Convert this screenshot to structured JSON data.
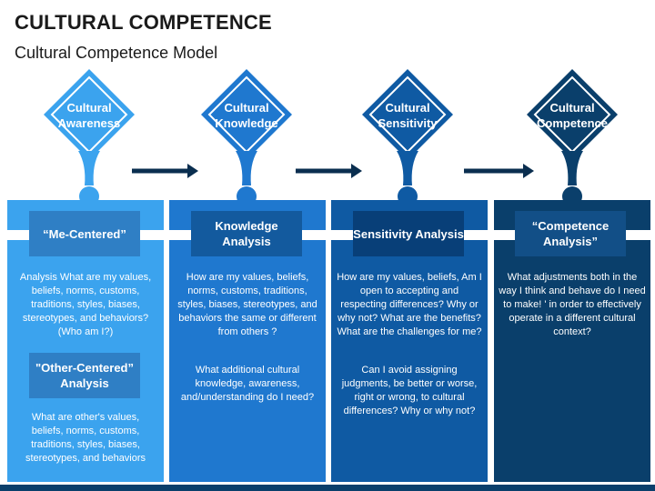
{
  "header": {
    "title": "CULTURAL COMPETENCE",
    "subtitle": "Cultural Competence Model"
  },
  "stages": [
    {
      "diamond_line1": "Cultural",
      "diamond_line2": "Awareness",
      "color": "#3ba3ee",
      "box_color": "#2f7fc5",
      "heading": "“Me-Centered”",
      "text": "Analysis What are my values, beliefs, norms, customs, traditions, styles, biases, stereotypes, and behaviors? (Who am I?)",
      "heading2": "\"Other-Centered” Analysis",
      "text2": "What are other's values, beliefs, norms, customs, traditions, styles, biases, stereotypes, and behaviors"
    },
    {
      "diamond_line1": "Cultural",
      "diamond_line2": "Knowledge",
      "color": "#1f78cf",
      "box_color": "#135a9e",
      "heading": "Knowledge Analysis",
      "text": "How are my values, beliefs, norms, customs, traditions, styles, biases, stereotypes, and behaviors the same or different from others ?",
      "text2": "What additional cultural knowledge, awareness, and/understanding do I need?"
    },
    {
      "diamond_line1": "Cultural",
      "diamond_line2": "Sensitivity",
      "color": "#0f5aa3",
      "box_color": "#083f78",
      "heading": "Sensitivity Analysis",
      "text": "How are my values, beliefs, Am I open to accepting and respecting differences? Why or why not? What are the benefits? What are the challenges for me?",
      "text2": "Can I avoid assigning judgments, be better or worse, right or wrong, to cultural differences? Why or why not?"
    },
    {
      "diamond_line1": "Cultural",
      "diamond_line2": "Competence",
      "color": "#0a3f6b",
      "box_color": "#124f87",
      "heading": "“Competence Analysis”",
      "text": "What adjustments both in the way I think and behave do I need to make! ' in order to effectively operate in a different cultural context?"
    }
  ],
  "arrow_color": "#0a2e4f"
}
